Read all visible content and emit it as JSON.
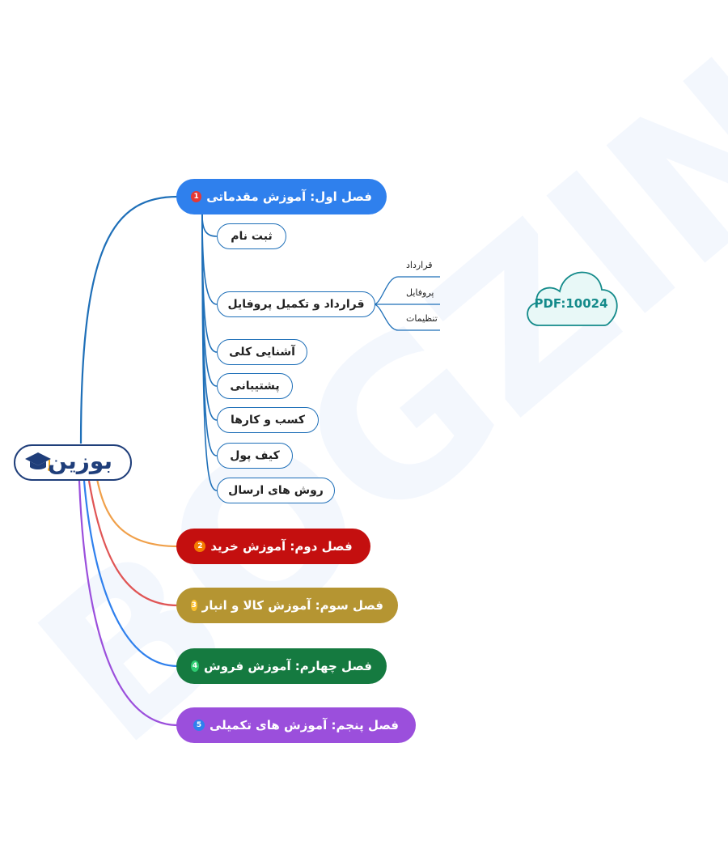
{
  "watermark": {
    "text": "BOGZIN"
  },
  "root": {
    "logo_text": "بوزین"
  },
  "chapters": [
    {
      "label": "فصل اول: آموزش مقدماتی",
      "number": "1",
      "color": "#2f80ed",
      "badge_color": "#e53935"
    },
    {
      "label": "فصل دوم: آموزش خرید",
      "number": "2",
      "color": "#c40f0f",
      "badge_color": "#f57c00"
    },
    {
      "label": "فصل سوم: آموزش کالا و انبار",
      "number": "3",
      "color": "#b59532",
      "badge_color": "#fbc02d"
    },
    {
      "label": "فصل چهارم: آموزش فروش",
      "number": "4",
      "color": "#157a40",
      "badge_color": "#2ecc71"
    },
    {
      "label": "فصل پنجم: آموزش های تکمیلی",
      "number": "5",
      "color": "#9b4fdc",
      "badge_color": "#2f80ed"
    }
  ],
  "subtopics": [
    {
      "label": "ثبت نام"
    },
    {
      "label": "قرارداد و تکمیل پروفایل"
    },
    {
      "label": "آشنایی کلی"
    },
    {
      "label": "پشتیبانی"
    },
    {
      "label": "کسب و کارها"
    },
    {
      "label": "کیف پول"
    },
    {
      "label": "روش های ارسال"
    }
  ],
  "leaves": [
    {
      "label": "قرارداد"
    },
    {
      "label": "پروفایل"
    },
    {
      "label": "تنظیمات"
    }
  ],
  "cloud": {
    "label": "PDF:10024",
    "color": "#138a8a",
    "fill": "#e8f8f7"
  },
  "colors": {
    "sub_border": "#1e6fb8",
    "branch_1": "#1e6fb8",
    "branch_2": "#f0a04a",
    "branch_3": "#e05555",
    "branch_4": "#2f80ed",
    "branch_5": "#9b4fdc"
  }
}
